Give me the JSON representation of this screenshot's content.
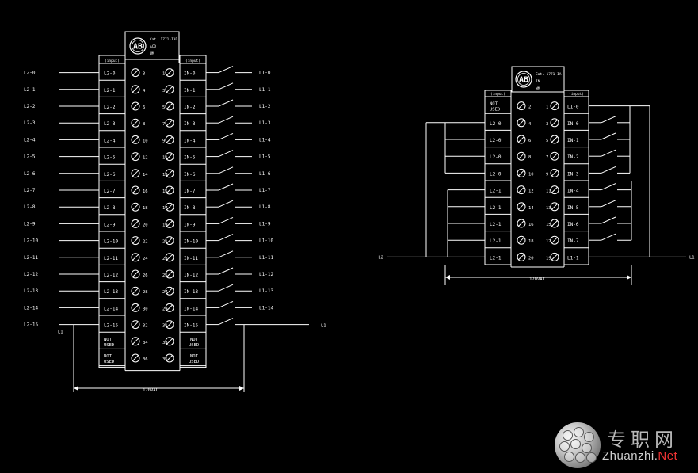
{
  "left_module": {
    "header_lines": [
      "Cat. 1771-IAD",
      "ACD",
      "WM"
    ],
    "col_headers": [
      "(input)",
      "(input)"
    ],
    "rows": [
      {
        "left": "L2-0",
        "ln": "3",
        "rn": "1",
        "right": "IN-0",
        "wire": "L1-0"
      },
      {
        "left": "L2-1",
        "ln": "4",
        "rn": "3",
        "right": "IN-1",
        "wire": "L1-1"
      },
      {
        "left": "L2-2",
        "ln": "6",
        "rn": "5",
        "right": "IN-2",
        "wire": "L1-2"
      },
      {
        "left": "L2-3",
        "ln": "8",
        "rn": "7",
        "right": "IN-3",
        "wire": "L1-3"
      },
      {
        "left": "L2-4",
        "ln": "10",
        "rn": "9",
        "right": "IN-4",
        "wire": "L1-4"
      },
      {
        "left": "L2-5",
        "ln": "12",
        "rn": "11",
        "right": "IN-5",
        "wire": "L1-5"
      },
      {
        "left": "L2-6",
        "ln": "14",
        "rn": "13",
        "right": "IN-6",
        "wire": "L1-6"
      },
      {
        "left": "L2-7",
        "ln": "16",
        "rn": "15",
        "right": "IN-7",
        "wire": "L1-7"
      },
      {
        "left": "L2-8",
        "ln": "18",
        "rn": "17",
        "right": "IN-8",
        "wire": "L1-8"
      },
      {
        "left": "L2-9",
        "ln": "20",
        "rn": "19",
        "right": "IN-9",
        "wire": "L1-9"
      },
      {
        "left": "L2-10",
        "ln": "22",
        "rn": "21",
        "right": "IN-10",
        "wire": "L1-10"
      },
      {
        "left": "L2-11",
        "ln": "24",
        "rn": "23",
        "right": "IN-11",
        "wire": "L1-11"
      },
      {
        "left": "L2-12",
        "ln": "26",
        "rn": "25",
        "right": "IN-12",
        "wire": "L1-12"
      },
      {
        "left": "L2-13",
        "ln": "28",
        "rn": "27",
        "right": "IN-13",
        "wire": "L1-13"
      },
      {
        "left": "L2-14",
        "ln": "30",
        "rn": "29",
        "right": "IN-14",
        "wire": "L1-14"
      },
      {
        "left": "L2-15",
        "ln": "32",
        "rn": "31",
        "right": "IN-15",
        "wire": ""
      }
    ],
    "not_used_rows": [
      {
        "left": "NOT USED",
        "ln": "34",
        "rn": "33",
        "right": "NOT USED"
      },
      {
        "left": "NOT USED",
        "ln": "36",
        "rn": "35",
        "right": "NOT USED"
      }
    ],
    "outer_labels": [
      "L2-0",
      "L2-1",
      "L2-2",
      "L2-3",
      "L2-4",
      "L2-5",
      "L2-6",
      "L2-7",
      "L2-8",
      "L2-9",
      "L2-10",
      "L2-11",
      "L2-12",
      "L2-13",
      "L2-14",
      "L2-15"
    ],
    "bus_left": "L1",
    "bus_right": "L1",
    "voltage": "120VAC"
  },
  "right_module": {
    "header_lines": [
      "Cat. 1771-IA",
      "IN",
      "WM"
    ],
    "col_headers": [
      "(input)",
      "(input)"
    ],
    "top_row": {
      "left": "NOT USED",
      "ln": "2",
      "rn": "1",
      "right": "L1-0"
    },
    "rows": [
      {
        "left": "L2-0",
        "ln": "4",
        "rn": "3",
        "right": "IN-0"
      },
      {
        "left": "L2-0",
        "ln": "6",
        "rn": "5",
        "right": "IN-1"
      },
      {
        "left": "L2-0",
        "ln": "8",
        "rn": "7",
        "right": "IN-2"
      },
      {
        "left": "L2-0",
        "ln": "10",
        "rn": "9",
        "right": "IN-3"
      },
      {
        "left": "L2-1",
        "ln": "12",
        "rn": "11",
        "right": "IN-4"
      },
      {
        "left": "L2-1",
        "ln": "14",
        "rn": "13",
        "right": "IN-5"
      },
      {
        "left": "L2-1",
        "ln": "16",
        "rn": "15",
        "right": "IN-6"
      },
      {
        "left": "L2-1",
        "ln": "18",
        "rn": "17",
        "right": "IN-7"
      },
      {
        "left": "L2-1",
        "ln": "20",
        "rn": "19",
        "right": "L1-1"
      }
    ],
    "bus_left": "L2",
    "bus_right": "L1",
    "voltage": "120VAC"
  },
  "watermark": {
    "cn": "专职网",
    "en_main": "Zhuanzhi.",
    "en_tld": "Net"
  }
}
